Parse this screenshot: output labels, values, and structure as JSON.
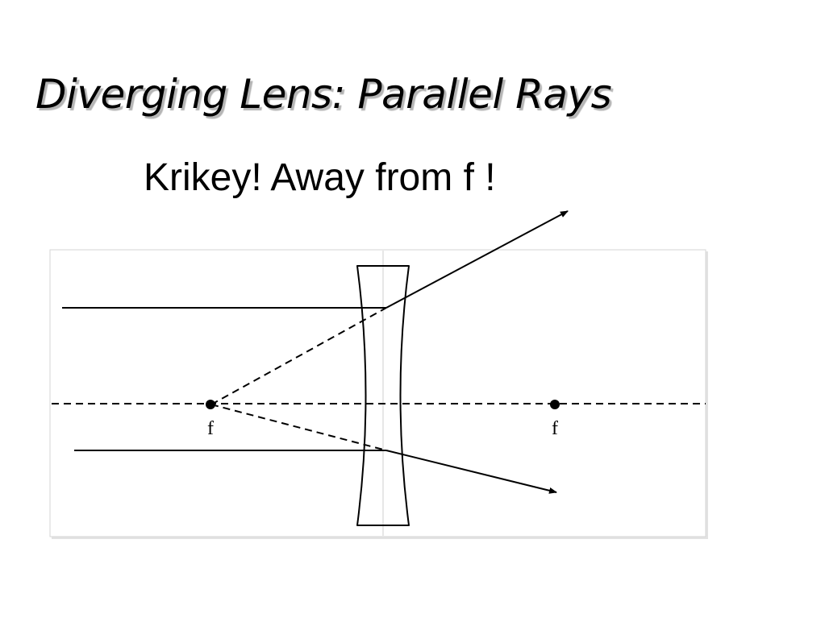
{
  "slide": {
    "title": "Diverging Lens: Parallel Rays",
    "subtitle": "Krikey! Away from f !"
  },
  "diagram": {
    "focal_point_left_label": "f",
    "focal_point_right_label": "f"
  }
}
